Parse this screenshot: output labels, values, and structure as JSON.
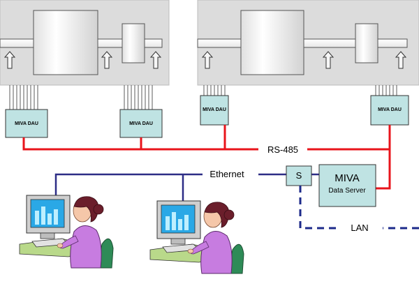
{
  "colors": {
    "machine_panel": "#dcdcdc",
    "dau_fill": "#bfe3e3",
    "rs485_line": "#e8141b",
    "ethernet_line": "#2d2d86",
    "lan_line": "#1c2a8a",
    "shirt": "#c77ce0",
    "hair": "#6b1e2b",
    "chair": "#2e8b57",
    "monitor_screen": "#2aa8e6"
  },
  "dau_units": [
    {
      "label": "MIVA DAU"
    },
    {
      "label": "MIVA DAU"
    },
    {
      "label": "MIVA DAU"
    },
    {
      "label": "MIVA DAU"
    }
  ],
  "networks": {
    "rs485": "RS-485",
    "ethernet": "Ethernet",
    "lan": "LAN"
  },
  "switch": {
    "label": "S"
  },
  "server": {
    "title": "MIVA",
    "subtitle": "Data Server"
  },
  "icons": {
    "arrow": "up-arrow-icon",
    "workstation": "person-at-computer-icon"
  }
}
